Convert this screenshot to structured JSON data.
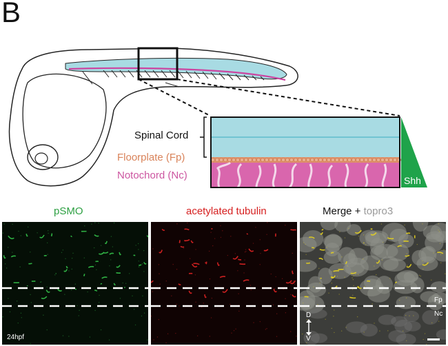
{
  "panel_letter": "B",
  "labels": {
    "spinal_cord": "Spinal Cord",
    "floorplate": "Floorplate (Fp)",
    "notochord": "Notochord (Nc)",
    "shh": "Shh"
  },
  "panels": [
    {
      "title": "pSMO",
      "color": "#2ea043"
    },
    {
      "title": "acetylated tubulin",
      "color": "#d62020"
    },
    {
      "title_prefix": "Merge + ",
      "title_suffix": "topro3",
      "color": "#111111",
      "suffix_color": "#9a9a9a"
    }
  ],
  "annotations": {
    "stage": "24hpf",
    "fp": "Fp",
    "nc": "Nc",
    "dorsal": "D",
    "ventral": "V"
  },
  "colors": {
    "spinal_cord_fill": "#a8dbe3",
    "floorplate": "#e0926a",
    "notochord": "#d966ad",
    "shh": "#1fa34a",
    "floorplate_text": "#d9835a",
    "notochord_text": "#cc55a0"
  }
}
